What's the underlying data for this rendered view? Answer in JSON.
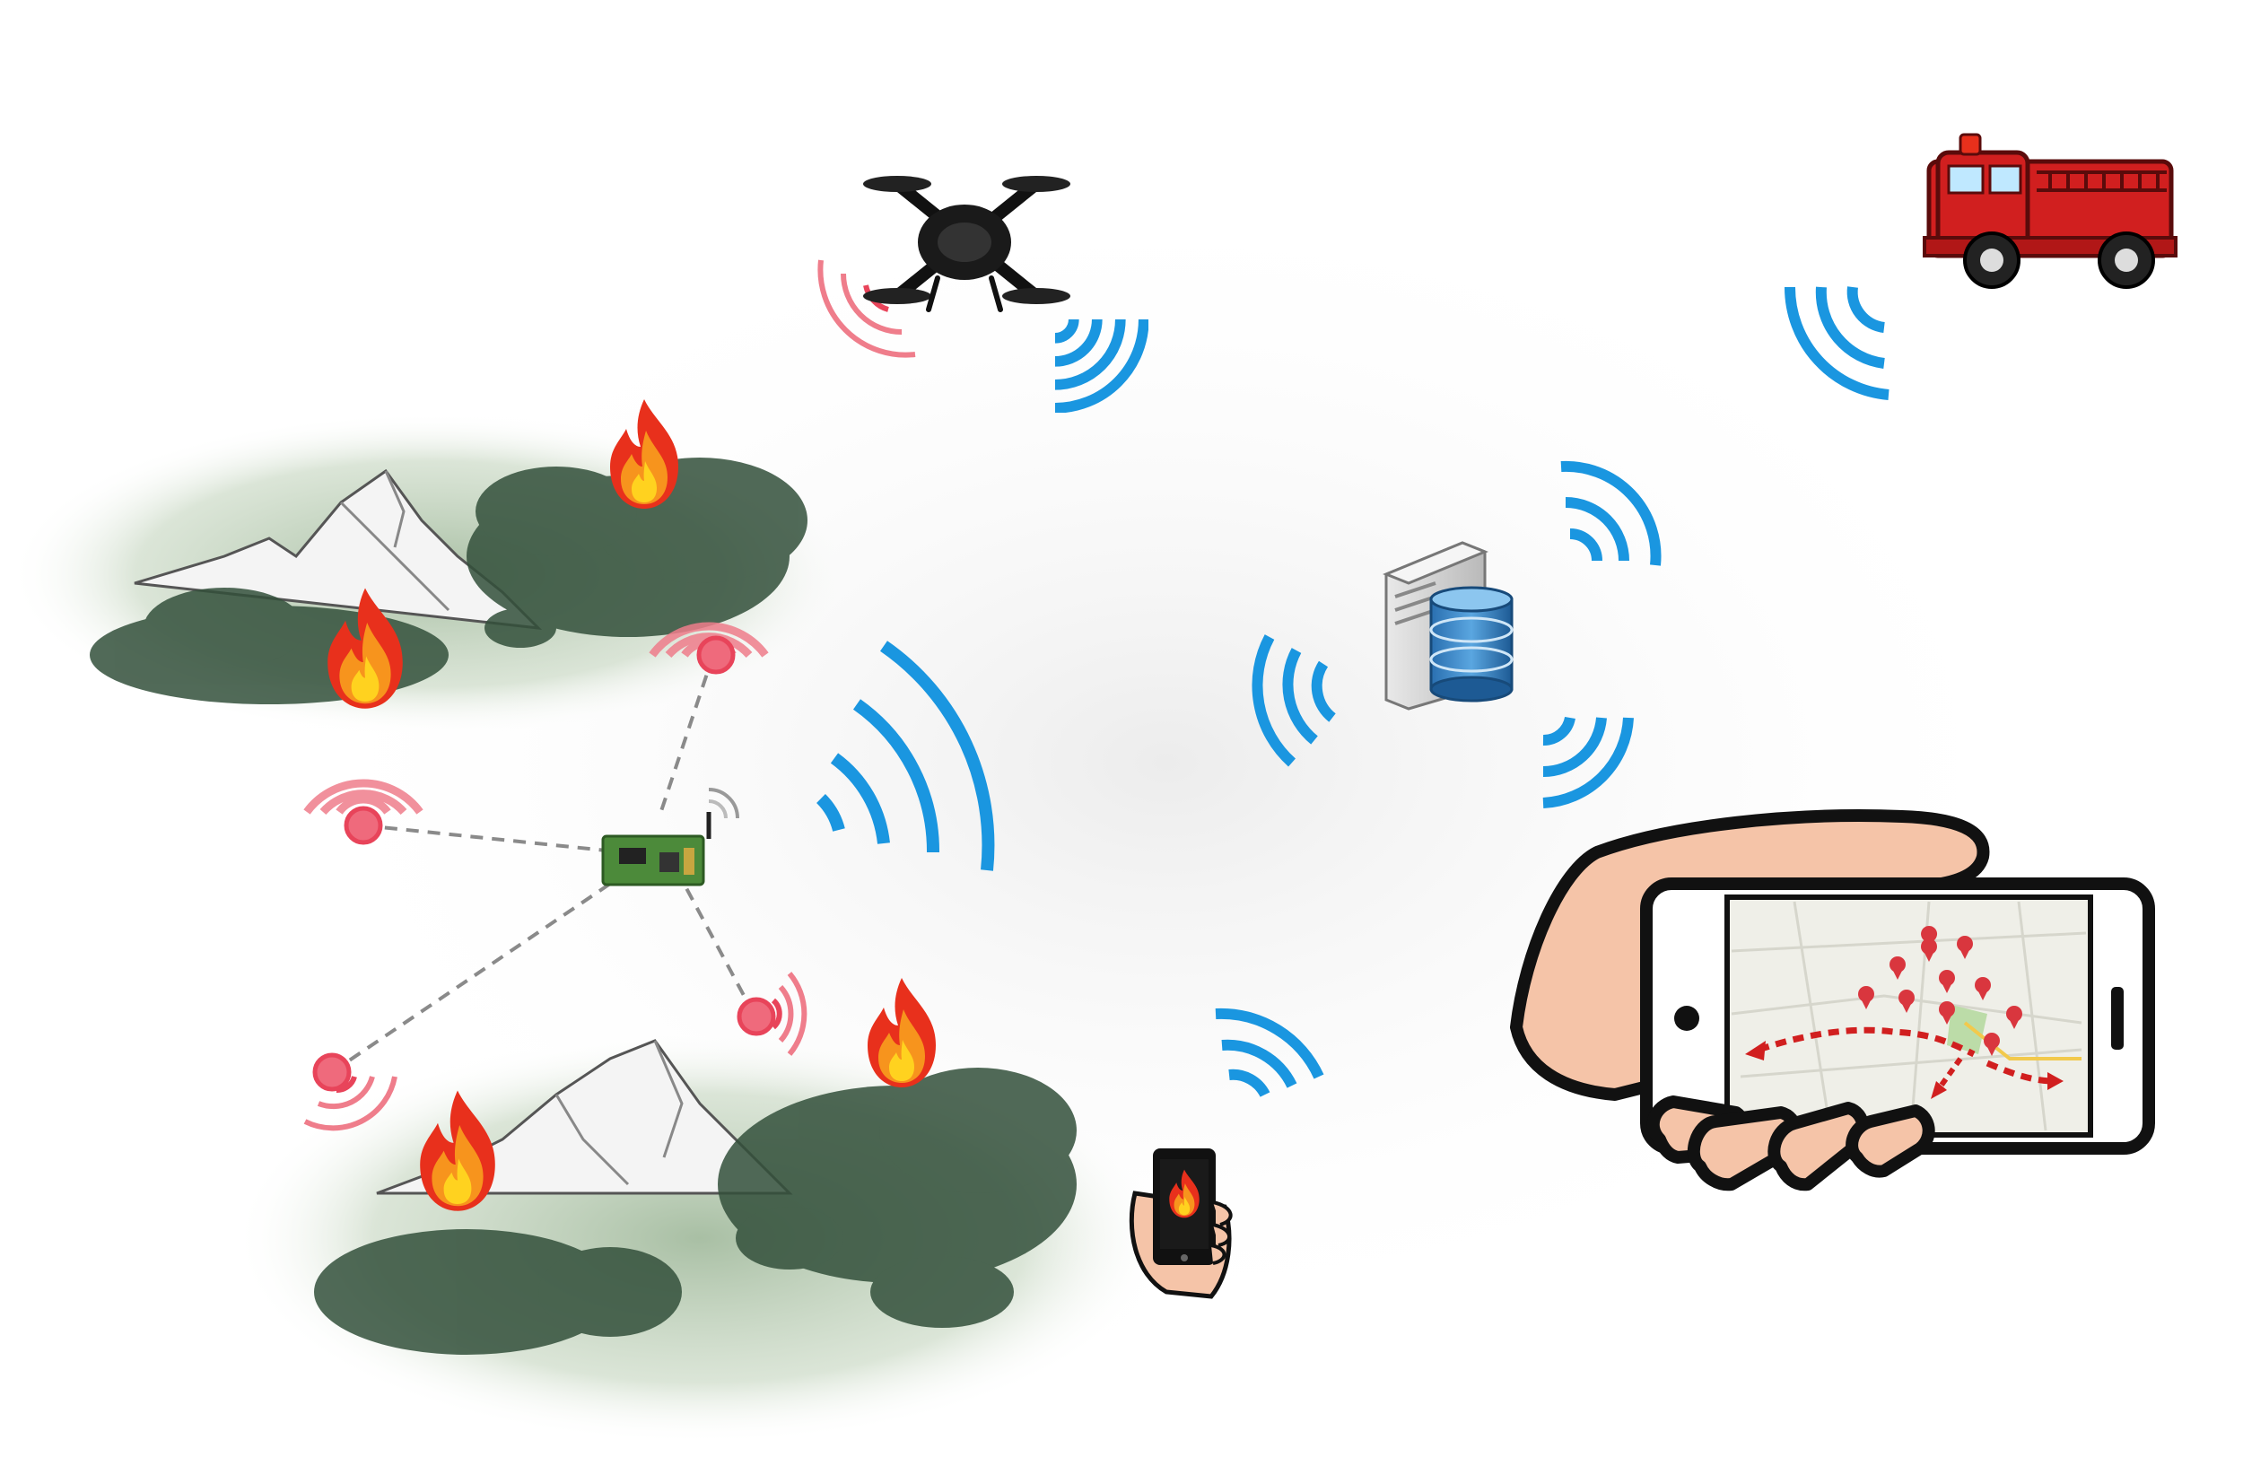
{
  "diagram": {
    "title": "",
    "colors": {
      "background": "#ffffff",
      "wifi_blue": "#1a96e0",
      "sensor_red": "#e8445a",
      "sensor_ring": "#ef7d8b",
      "link_gray": "#8a8a8a",
      "fire_red": "#e8301c",
      "fire_orange": "#f7941d",
      "fire_yellow": "#ffd21f",
      "terrain_green": "#4a6b4f",
      "forest_dark": "#2f4a36",
      "mountain_gray": "#7d7d7d",
      "skin": "#f5c4a8",
      "truck_red": "#d11f1f"
    },
    "nodes": [
      {
        "id": "drone",
        "icon": "drone-icon"
      },
      {
        "id": "fire-truck",
        "icon": "fire-truck-icon"
      },
      {
        "id": "server-database",
        "icon": "server-database-icon"
      },
      {
        "id": "gateway-board",
        "icon": "iot-gateway-board-icon"
      },
      {
        "id": "smartphone-map",
        "icon": "hand-smartphone-map-icon"
      },
      {
        "id": "phone-reporter",
        "icon": "hand-phone-fire-icon"
      },
      {
        "id": "sensor-1",
        "icon": "sensor-node-icon"
      },
      {
        "id": "sensor-2",
        "icon": "sensor-node-icon"
      },
      {
        "id": "sensor-3",
        "icon": "sensor-node-icon"
      },
      {
        "id": "sensor-4",
        "icon": "sensor-node-icon"
      }
    ],
    "links": [
      {
        "from": "sensor-1",
        "to": "gateway-board",
        "style": "dashed"
      },
      {
        "from": "sensor-2",
        "to": "gateway-board",
        "style": "dashed"
      },
      {
        "from": "sensor-3",
        "to": "gateway-board",
        "style": "dashed"
      },
      {
        "from": "sensor-4",
        "to": "gateway-board",
        "style": "dashed"
      }
    ],
    "signals": [
      {
        "id": "wifi-drone",
        "icon": "wifi-signal-icon"
      },
      {
        "id": "wifi-gateway",
        "icon": "wifi-signal-icon"
      },
      {
        "id": "wifi-phone",
        "icon": "wifi-signal-icon"
      },
      {
        "id": "wifi-server-left",
        "icon": "wifi-signal-icon"
      },
      {
        "id": "wifi-server-top",
        "icon": "wifi-signal-icon"
      },
      {
        "id": "wifi-server-bottom",
        "icon": "wifi-signal-icon"
      },
      {
        "id": "wifi-truck",
        "icon": "wifi-signal-icon"
      }
    ],
    "fires": [
      {
        "id": "fire-1",
        "icon": "fire-icon"
      },
      {
        "id": "fire-2",
        "icon": "fire-icon"
      },
      {
        "id": "fire-3",
        "icon": "fire-icon"
      },
      {
        "id": "fire-4",
        "icon": "fire-icon"
      }
    ]
  }
}
